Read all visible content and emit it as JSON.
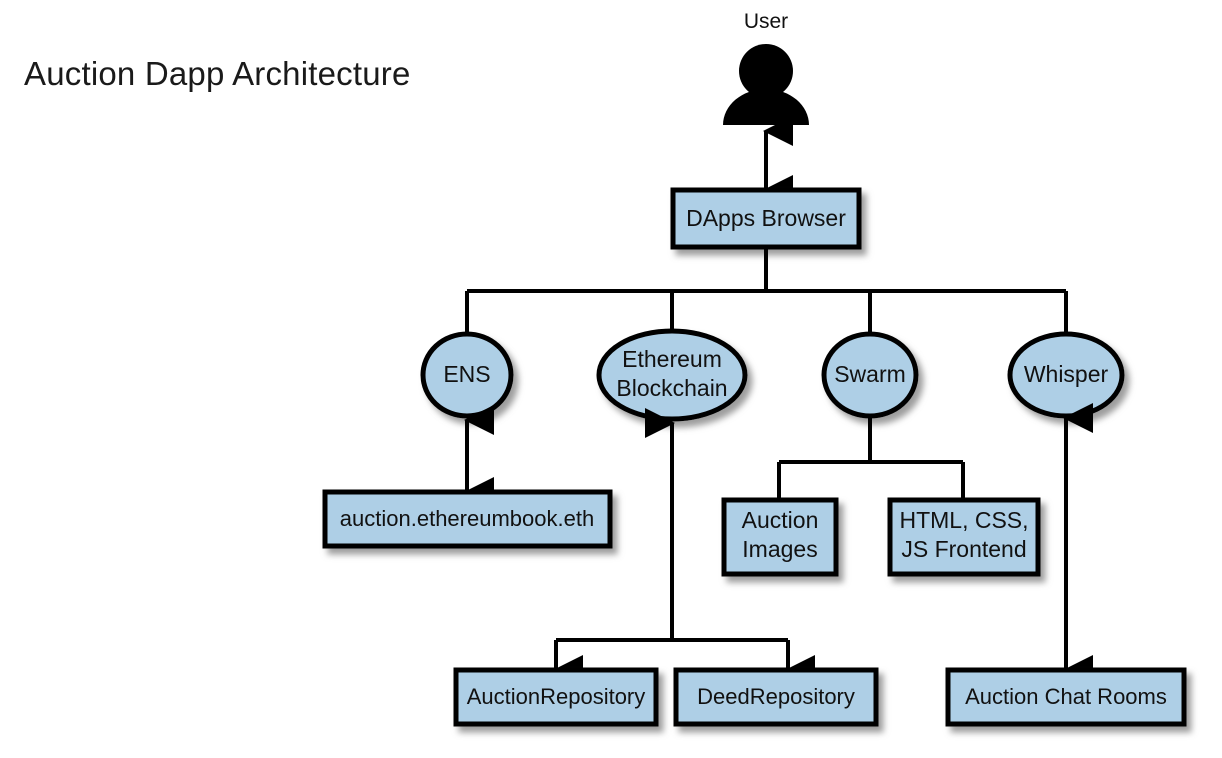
{
  "title": "Auction Dapp Architecture",
  "colors": {
    "node_fill": "#aecfe6",
    "node_stroke": "#000000",
    "connector": "#000000",
    "text": "#111111",
    "background": "#ffffff",
    "shadow": "#9a9a9a"
  },
  "actor": {
    "label": "User",
    "icon": "person-icon"
  },
  "nodes": {
    "browser": {
      "label": "DApps Browser",
      "shape": "rectangle"
    },
    "ens": {
      "label": "ENS",
      "shape": "ellipse"
    },
    "ethereum": {
      "label_line1": "Ethereum",
      "label_line2": "Blockchain",
      "shape": "ellipse"
    },
    "swarm": {
      "label": "Swarm",
      "shape": "ellipse"
    },
    "whisper": {
      "label": "Whisper",
      "shape": "ellipse"
    },
    "ens_name": {
      "label": "auction.ethereumbook.eth",
      "shape": "rectangle"
    },
    "auction_images": {
      "label_line1": "Auction",
      "label_line2": "Images",
      "shape": "rectangle"
    },
    "frontend": {
      "label_line1": "HTML, CSS,",
      "label_line2": "JS Frontend",
      "shape": "rectangle"
    },
    "auction_repository": {
      "label": "AuctionRepository",
      "shape": "rectangle"
    },
    "deed_repository": {
      "label": "DeedRepository",
      "shape": "rectangle"
    },
    "chat_rooms": {
      "label": "Auction Chat Rooms",
      "shape": "rectangle"
    }
  },
  "connections": [
    {
      "from": "browser",
      "to": "user",
      "arrows": "both"
    },
    {
      "from": "browser",
      "to": "ens",
      "arrows": "none"
    },
    {
      "from": "browser",
      "to": "ethereum",
      "arrows": "none"
    },
    {
      "from": "browser",
      "to": "swarm",
      "arrows": "none"
    },
    {
      "from": "browser",
      "to": "whisper",
      "arrows": "none"
    },
    {
      "from": "ens",
      "to": "ens_name",
      "arrows": "both"
    },
    {
      "from": "swarm",
      "to": "auction_images",
      "arrows": "none"
    },
    {
      "from": "swarm",
      "to": "frontend",
      "arrows": "none"
    },
    {
      "from": "ethereum",
      "to": "auction_repository",
      "arrows": "both"
    },
    {
      "from": "ethereum",
      "to": "deed_repository",
      "arrows": "both"
    },
    {
      "from": "whisper",
      "to": "chat_rooms",
      "arrows": "both"
    }
  ]
}
